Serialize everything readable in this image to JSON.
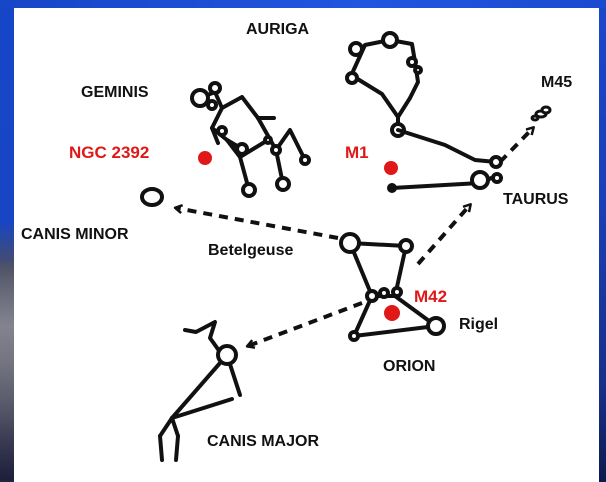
{
  "labels": {
    "auriga": "AURIGA",
    "geminis": "GEMINIS",
    "m45": "M45",
    "ngc2392": "NGC 2392",
    "m1": "M1",
    "taurus": "TAURUS",
    "canis_minor": "CANIS MINOR",
    "betelgeuse": "Betelgeuse",
    "m42": "M42",
    "rigel": "Rigel",
    "orion": "ORION",
    "canis_major": "CANIS MAJOR"
  },
  "colors": {
    "ink": "#111111",
    "object_red": "#e01818",
    "panel": "#ffffff",
    "frame_blue": "#1a4bd0"
  }
}
